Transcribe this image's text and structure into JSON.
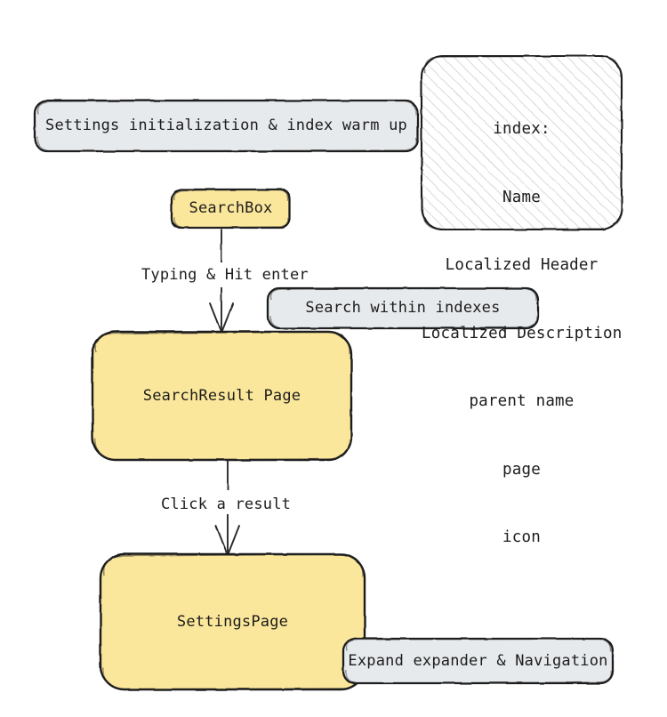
{
  "diagram": {
    "type": "flowchart",
    "style": "hand-drawn-sketch",
    "title_visible": false,
    "colors": {
      "process_fill": "#fbe79b",
      "note_fill": "#e7eaed",
      "index_fill": "#ffffff",
      "hatch_line": "#d9d9dd",
      "stroke": "#1c1c1c",
      "text": "#1c1c1c",
      "background": "#ffffff"
    },
    "nodes": [
      {
        "id": "note-init",
        "kind": "note",
        "label": "Settings initialization & index warm up"
      },
      {
        "id": "index",
        "kind": "index-card",
        "lines": [
          "index:",
          "Name",
          "Localized Header",
          "Localized Description",
          "parent name",
          "page",
          "icon"
        ]
      },
      {
        "id": "searchbox",
        "kind": "process",
        "label": "SearchBox"
      },
      {
        "id": "note-search",
        "kind": "note",
        "label": "Search within indexes"
      },
      {
        "id": "searchresult",
        "kind": "process",
        "label": "SearchResult Page"
      },
      {
        "id": "settingspage",
        "kind": "process",
        "label": "SettingsPage"
      },
      {
        "id": "note-expand",
        "kind": "note",
        "label": "Expand expander & Navigation"
      }
    ],
    "edges": [
      {
        "id": "edge-1",
        "from": "searchbox",
        "to": "searchresult",
        "label": "Typing & Hit enter"
      },
      {
        "id": "edge-2",
        "from": "searchresult",
        "to": "settingspage",
        "label": "Click a result"
      }
    ]
  }
}
